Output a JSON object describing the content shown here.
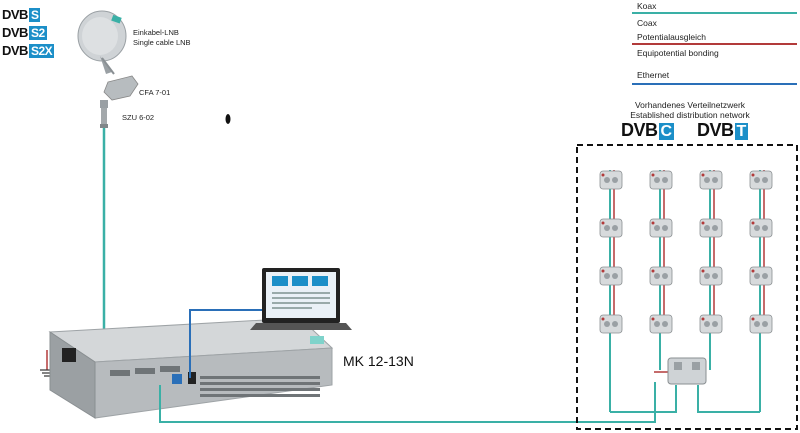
{
  "legend": [
    {
      "label": "Koax",
      "color": "#3ab0a6"
    },
    {
      "label": "Coax",
      "color": "#3ab0a6"
    },
    {
      "label": "Potentialausgleich",
      "color": "#b23a3a"
    },
    {
      "label": "Equipotential bonding",
      "color": "#b23a3a"
    },
    {
      "label": "Ethernet",
      "color": "#2a6fb8"
    }
  ],
  "dvb_badges": [
    {
      "base": "DVB",
      "suffix": "S"
    },
    {
      "base": "DVB",
      "suffix": "S2"
    },
    {
      "base": "DVB",
      "suffix": "S2X"
    }
  ],
  "lnb": {
    "line1": "Einkabel-LNB",
    "line2": "Single cable LNB"
  },
  "cfa_label": "CFA 7-01",
  "szu_label": "SZU 6-02",
  "network": {
    "line1": "Vorhandenes Verteilnetzwerk",
    "line2": "Established distribution network",
    "badges": [
      {
        "base": "DVB",
        "suffix": "C"
      },
      {
        "base": "DVB",
        "suffix": "T"
      }
    ]
  },
  "device_label": "MK 12-13N",
  "colors": {
    "coax": "#3ab0a6",
    "bonding": "#b23a3a",
    "ethernet": "#2a6fb8",
    "device_body": "#bfc3c6",
    "badge_blue": "#1c8fc8"
  }
}
